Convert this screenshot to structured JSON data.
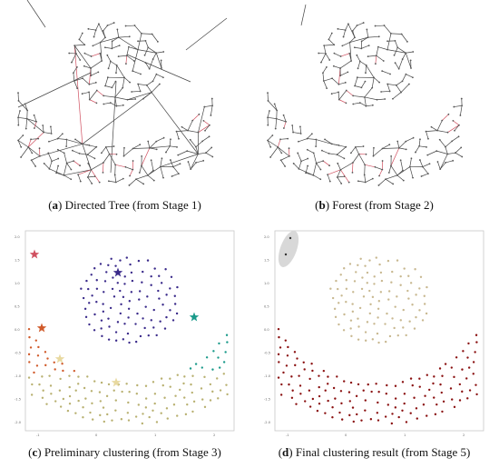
{
  "panels": [
    {
      "id": "a",
      "letter": "a",
      "caption": "Directed Tree (from Stage 1)"
    },
    {
      "id": "b",
      "letter": "b",
      "caption": "Forest (from Stage 2)"
    },
    {
      "id": "c",
      "letter": "c",
      "caption": "Preliminary clustering (from Stage 3)"
    },
    {
      "id": "d",
      "letter": "d",
      "caption": "Final clustering result (from Stage 5)"
    }
  ],
  "axis_ticks": {
    "y": [
      "2.0",
      "1.5",
      "1.0",
      "0.5",
      "0.0",
      "-0.5",
      "-1.0",
      "-1.5",
      "-2.0"
    ],
    "x": [
      "-1",
      "0",
      "1",
      "2"
    ]
  },
  "colors": {
    "edge": "#444444",
    "node": "#555555",
    "highlight_edge": "#d05060",
    "cluster_purple": "#3a2a8a",
    "cluster_teal": "#1a9a8a",
    "cluster_orange": "#d05a2a",
    "cluster_olive": "#b8b070",
    "cluster_red": "#8a1010",
    "cluster_beige": "#c8b890",
    "cluster_gray": "#333333"
  }
}
